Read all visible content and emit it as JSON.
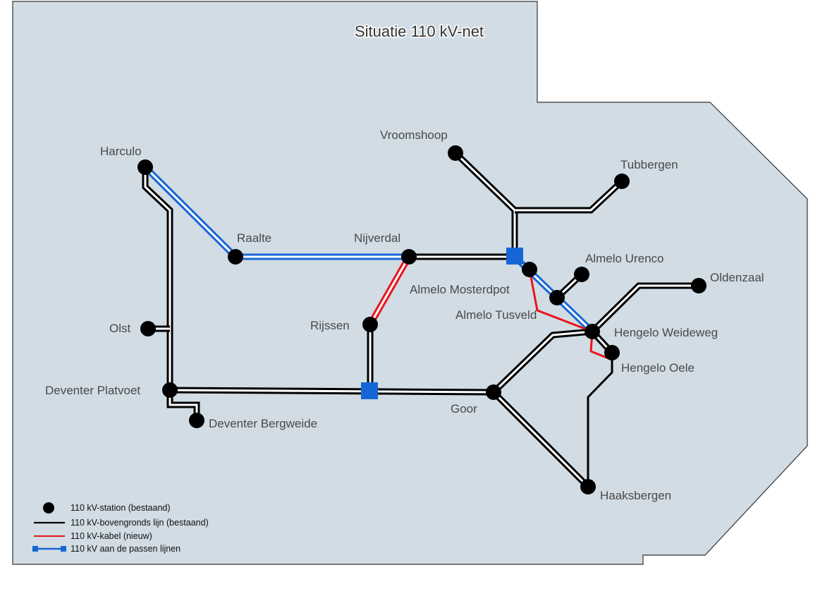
{
  "title": "Situatie 110 kV-net",
  "colors": {
    "region_fill": "#d1dce4",
    "region_stroke": "#333333",
    "line_black": "#000000",
    "cable_red": "#e8141b",
    "adapted_blue": "#1766d6",
    "station": "#000000"
  },
  "stations": {
    "harculo": "Harculo",
    "raalte": "Raalte",
    "nijverdal": "Nijverdal",
    "vroomshoop": "Vroomshoop",
    "tubbergen": "Tubbergen",
    "almelo_urenco": "Almelo Urenco",
    "almelo_mosterdpot": "Almelo Mosterdpot",
    "almelo_tusveld": "Almelo Tusveld",
    "oldenzaal": "Oldenzaal",
    "hengelo_weideweg": "Hengelo Weideweg",
    "hengelo_oele": "Hengelo Oele",
    "rijssen": "Rijssen",
    "olst": "Olst",
    "deventer_platvoet": "Deventer Platvoet",
    "deventer_bergweide": "Deventer Bergweide",
    "goor": "Goor",
    "haaksbergen": "Haaksbergen"
  },
  "legend": {
    "station": "110 kV-station (bestaand)",
    "overhead": "110 kV-bovengronds lijn (bestaand)",
    "cable": "110 kV-kabel (nieuw)",
    "adapted": "110 kV aan de passen lijnen"
  }
}
